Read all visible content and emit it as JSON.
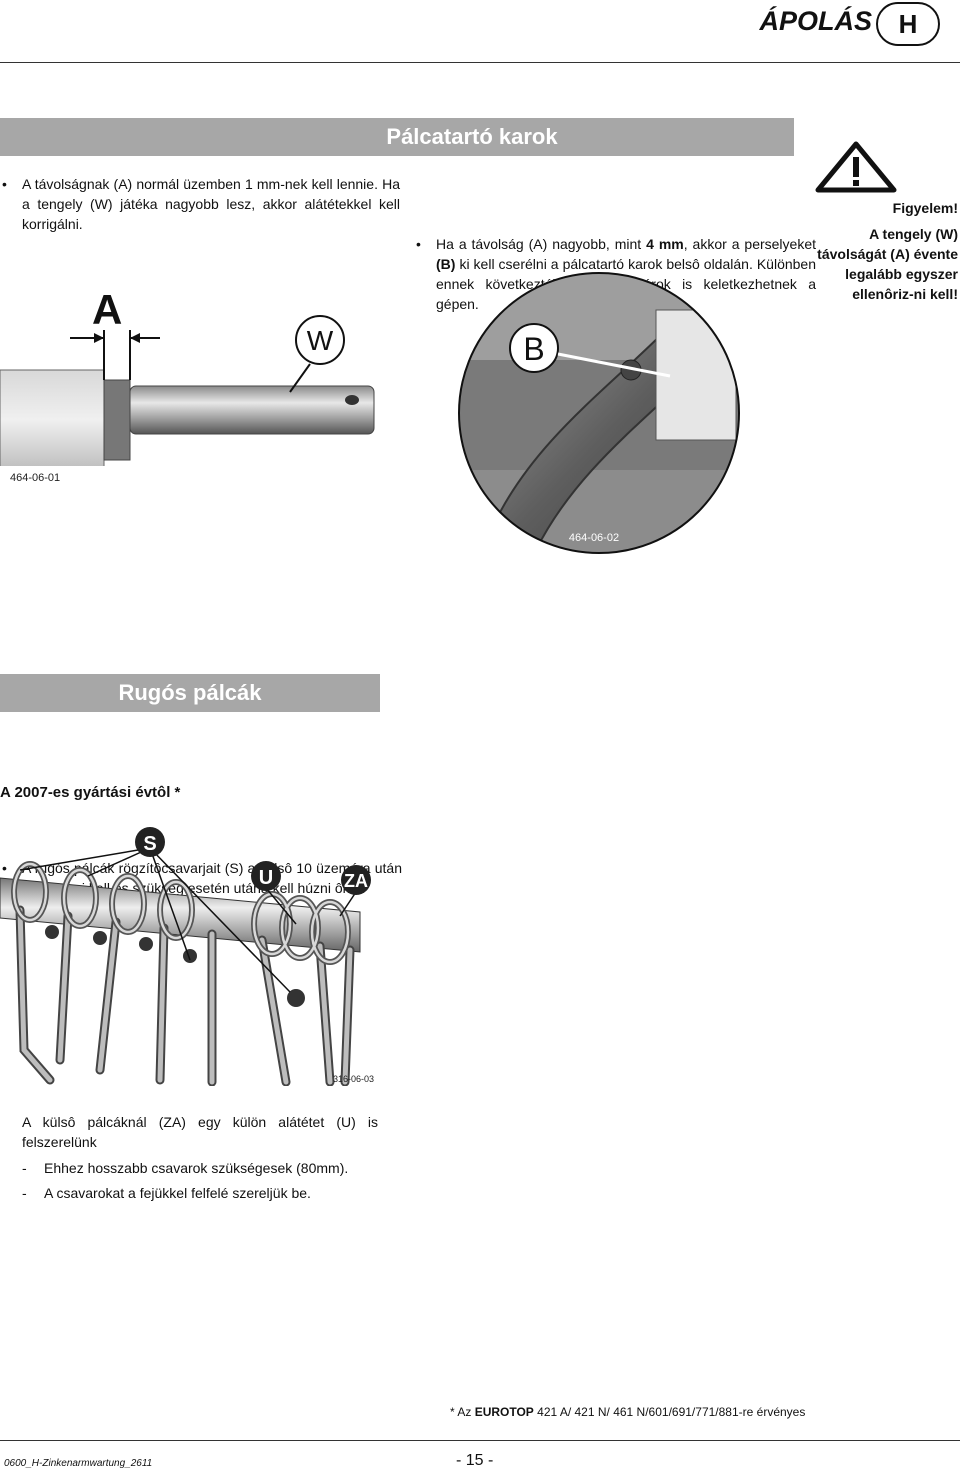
{
  "header": {
    "title": "ÁPOLÁS",
    "lang": "H"
  },
  "section1": {
    "title": "Pálcatartó karok",
    "col1": "A távolságnak (A) normál üzemben 1 mm-nek kell lennie. Ha a tengely (W) játéka nagyobb lesz, akkor alátétekkel kell korrigálni.",
    "col2_a": "Ha a távolság (A) nagyobb, mint ",
    "col2_bold": "4 mm",
    "col2_b": ", akkor a perselyeket ",
    "col2_bold2": "(B)",
    "col2_c": " ki kell cserélni a pálcatartó karok belsô oldalán. Különben ennek következtében egyéb károk is keletkezhetnek a gépen.",
    "warning_title": "Figyelem!",
    "warning_text": "A tengely (W) távolságát (A) évente legalább egyszer ellenôriz-ni kell!",
    "fig1": {
      "label_a": "A",
      "label_w": "W",
      "code": "464-06-01"
    },
    "fig2": {
      "label_b": "B",
      "code": "464-06-02"
    }
  },
  "section2": {
    "title": "Rugós pálcák",
    "text": "A rugós pálcák rögzítôcsavarjait (S) az elsô 10 üzemóra után ellenôrizni kell és szükség esetén utána kell húzni ôket.",
    "subheading": "A 2007-es gyártási évtôl *",
    "fig3": {
      "label_s": "S",
      "label_u": "U",
      "label_za": "ZA",
      "code": "316-06-03"
    },
    "text2": "A külsô pálcáknál (ZA) egy külön alátétet (U) is felszerelünk",
    "dash1": "Ehhez hosszabb csavarok szükségesek (80mm).",
    "dash2": "A csavarokat a fejükkel felfelé szereljük be."
  },
  "footer": {
    "note_a": "* Az ",
    "note_bold": "EUROTOP",
    "note_b": " 421 A/ 421 N/ 461 N/601/691/771/881-re érvényes",
    "doc_code": "0600_H-Zinkenarmwartung_2611",
    "page": "- 15 -"
  }
}
